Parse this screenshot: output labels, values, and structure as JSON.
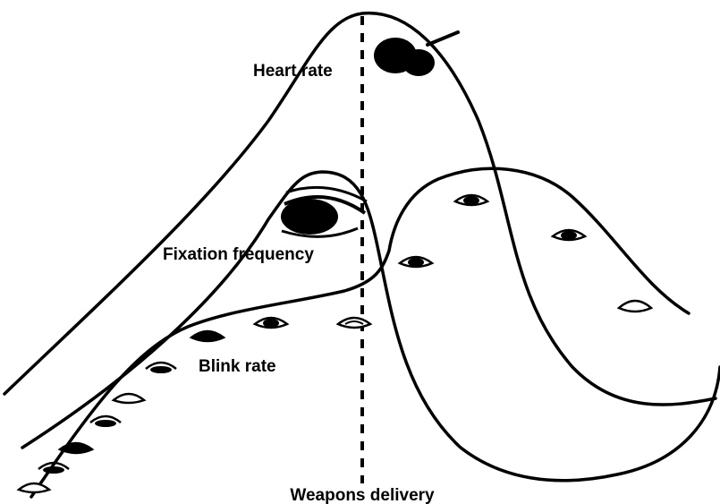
{
  "labels": {
    "heart_rate": "Heart rate",
    "fixation_frequency": "Fixation frequency",
    "blink_rate": "Blink rate",
    "event_marker": "Weapons delivery"
  },
  "colors": {
    "ink": "#000000",
    "background": "#ffffff"
  },
  "icons": {
    "heart": "heart-icon",
    "large_eye": "eye-icon",
    "open_eye": "open-eye-icon",
    "closing_eye": "closed-eye-icon"
  }
}
